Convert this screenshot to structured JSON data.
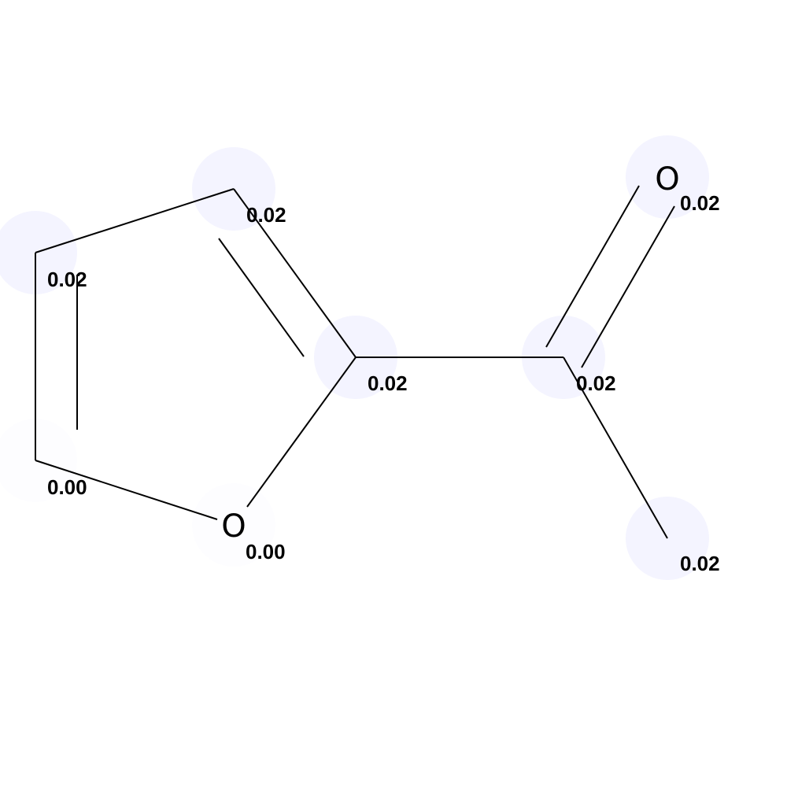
{
  "molecule": {
    "highlight_color": "#f4f4ff",
    "atoms": [
      {
        "id": "C1",
        "symbol": "",
        "score": "0.02"
      },
      {
        "id": "C2",
        "symbol": "",
        "score": "0.02"
      },
      {
        "id": "C3",
        "symbol": "",
        "score": "0.00"
      },
      {
        "id": "O4",
        "symbol": "O",
        "score": "0.00"
      },
      {
        "id": "C5",
        "symbol": "",
        "score": "0.02"
      },
      {
        "id": "C6",
        "symbol": "",
        "score": "0.02"
      },
      {
        "id": "O7",
        "symbol": "O",
        "score": "0.02"
      },
      {
        "id": "C8",
        "symbol": "",
        "score": "0.02"
      }
    ]
  }
}
